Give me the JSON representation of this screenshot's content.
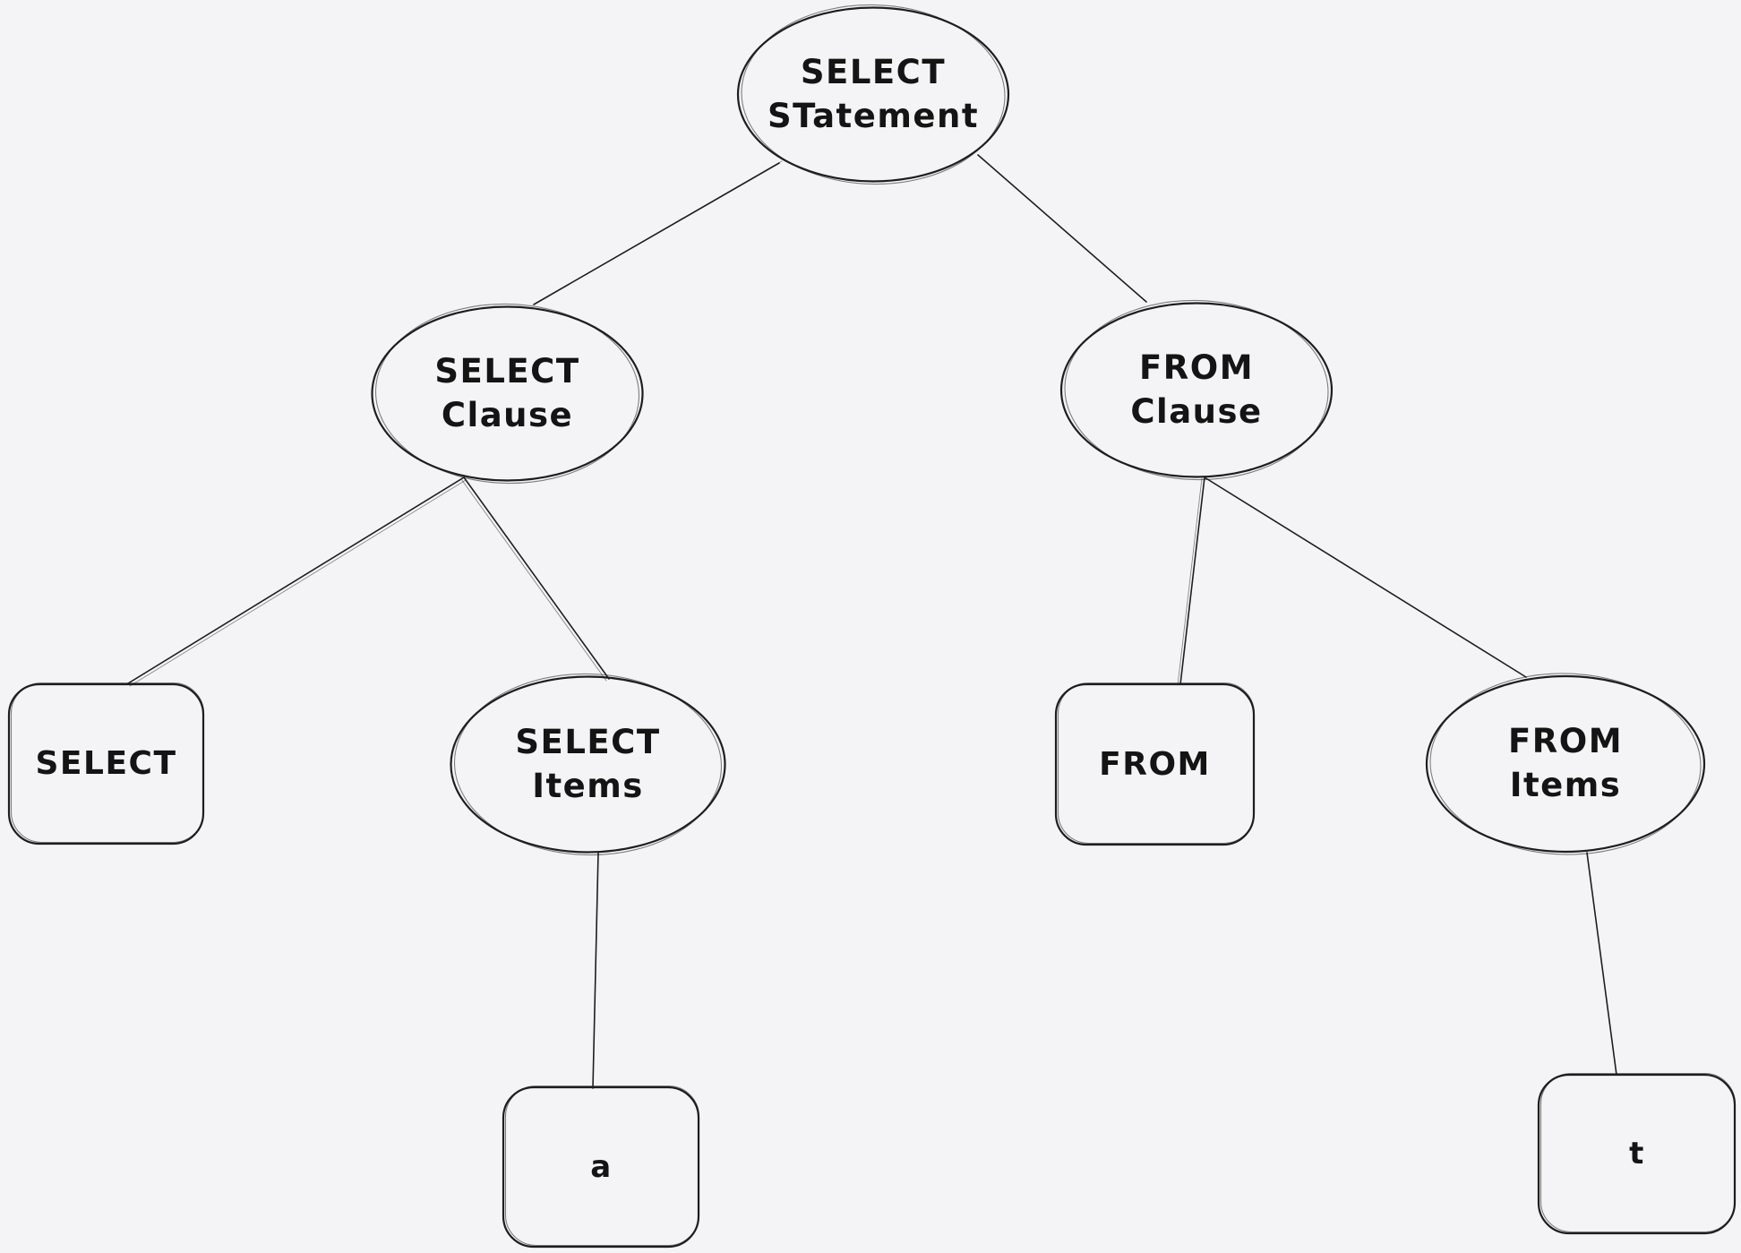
{
  "canvas": {
    "background": "#f4f4f6",
    "stroke_color": "#1e1e1e",
    "text_color": "#141414"
  },
  "diagram": {
    "description": "Hand-drawn parse tree of a SQL SELECT statement",
    "nodes": [
      {
        "id": "select-statement",
        "shape": "ellipse",
        "lines": [
          "SELECT",
          "STatement"
        ]
      },
      {
        "id": "select-clause",
        "shape": "ellipse",
        "lines": [
          "SELECT",
          "Clause"
        ]
      },
      {
        "id": "from-clause",
        "shape": "ellipse",
        "lines": [
          "FROM",
          "Clause"
        ]
      },
      {
        "id": "select-keyword",
        "shape": "rectangle",
        "lines": [
          "SELECT"
        ]
      },
      {
        "id": "select-items",
        "shape": "ellipse",
        "lines": [
          "SELECT",
          "Items"
        ]
      },
      {
        "id": "from-keyword",
        "shape": "rectangle",
        "lines": [
          "FROM"
        ]
      },
      {
        "id": "from-items",
        "shape": "ellipse",
        "lines": [
          "FROM",
          "Items"
        ]
      },
      {
        "id": "item-a",
        "shape": "rectangle",
        "lines": [
          "a"
        ]
      },
      {
        "id": "item-t",
        "shape": "rectangle",
        "lines": [
          "t"
        ]
      }
    ],
    "edges": [
      {
        "from": "select-statement",
        "to": "select-clause"
      },
      {
        "from": "select-statement",
        "to": "from-clause"
      },
      {
        "from": "select-clause",
        "to": "select-keyword"
      },
      {
        "from": "select-clause",
        "to": "select-items"
      },
      {
        "from": "from-clause",
        "to": "from-keyword"
      },
      {
        "from": "from-clause",
        "to": "from-items"
      },
      {
        "from": "select-items",
        "to": "item-a"
      },
      {
        "from": "from-items",
        "to": "item-t"
      }
    ]
  }
}
